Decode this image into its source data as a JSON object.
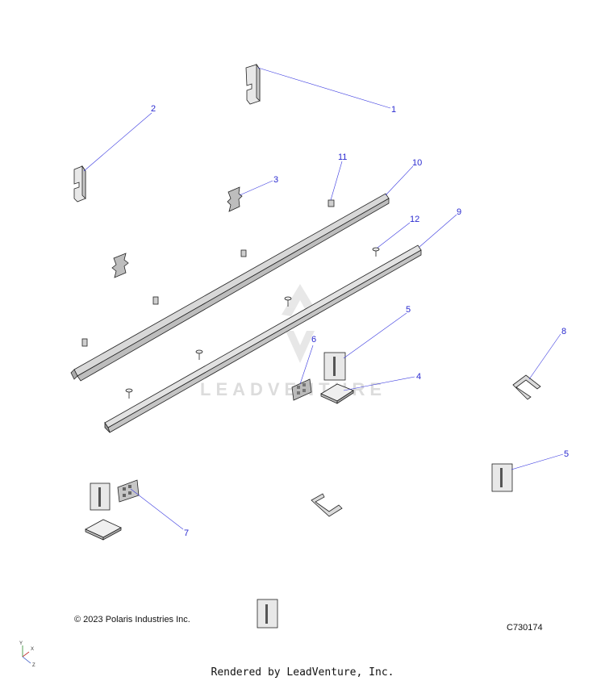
{
  "callouts": [
    {
      "id": "c1",
      "text": "1"
    },
    {
      "id": "c2",
      "text": "2"
    },
    {
      "id": "c3",
      "text": "3"
    },
    {
      "id": "c4",
      "text": "4"
    },
    {
      "id": "c5a",
      "text": "5"
    },
    {
      "id": "c5b",
      "text": "5"
    },
    {
      "id": "c6",
      "text": "6"
    },
    {
      "id": "c7",
      "text": "7"
    },
    {
      "id": "c8",
      "text": "8"
    },
    {
      "id": "c9",
      "text": "9"
    },
    {
      "id": "c10",
      "text": "10"
    },
    {
      "id": "c11",
      "text": "11"
    },
    {
      "id": "c12",
      "text": "12"
    }
  ],
  "watermark": "LEADVENTURE",
  "copyright": "© 2023 Polaris Industries Inc.",
  "diagram_code": "C730174",
  "rendered_by": "Rendered by LeadVenture, Inc.",
  "axes": {
    "y": "Y",
    "x": "X",
    "z": "Z"
  },
  "colors": {
    "callout": "#2a2ad0",
    "part_fill": "#e8e8e8",
    "part_dark": "#b5b5b5"
  }
}
